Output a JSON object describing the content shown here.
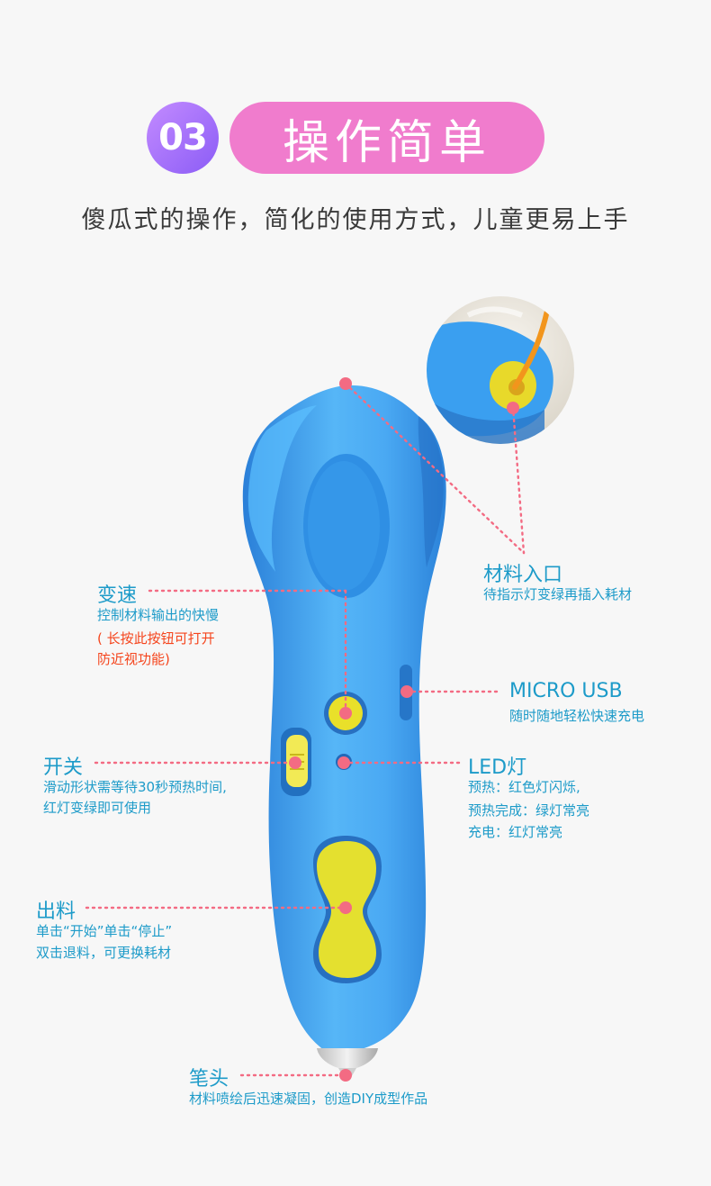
{
  "header": {
    "step_number": "03",
    "title": "操作简单",
    "subtitle": "傻瓜式的操作，简化的使用方式，儿童更易上手"
  },
  "colors": {
    "accent_purple": "#a874ff",
    "accent_pink": "#f07ccd",
    "label_blue": "#1d9bc9",
    "warning_red": "#f5451d",
    "marker_pink": "#f36b83",
    "pen_blue": "#3f9dee",
    "button_yellow": "#e9e02a"
  },
  "labels": {
    "material_inlet": {
      "title": "材料入口",
      "desc": "待指示灯变绿再插入耗材"
    },
    "speed": {
      "title": "变速",
      "desc": "控制材料输出的快慢",
      "note_line1": "( 长按此按钮可打开",
      "note_line2": "防近视功能)"
    },
    "micro_usb": {
      "title": "MICRO USB",
      "desc": "随时随地轻松快速充电"
    },
    "switch": {
      "title": "开关",
      "desc_line1": "滑动形状需等待30秒预热时间,",
      "desc_line2": "红灯变绿即可使用"
    },
    "led": {
      "title": "LED灯",
      "line1": "预热：红色灯闪烁,",
      "line2": "预热完成：绿灯常亮",
      "line3": "充电：红灯常亮"
    },
    "output": {
      "title": "出料",
      "desc_line1": "单击“开始”单击“停止”",
      "desc_line2": "双击退料，可更换耗材"
    },
    "nib": {
      "title": "笔头",
      "desc": "材料喷绘后迅速凝固，创造DIY成型作品"
    }
  },
  "icons": {
    "pen": "3d-pen-illustration",
    "inset": "material-inlet-closeup"
  }
}
